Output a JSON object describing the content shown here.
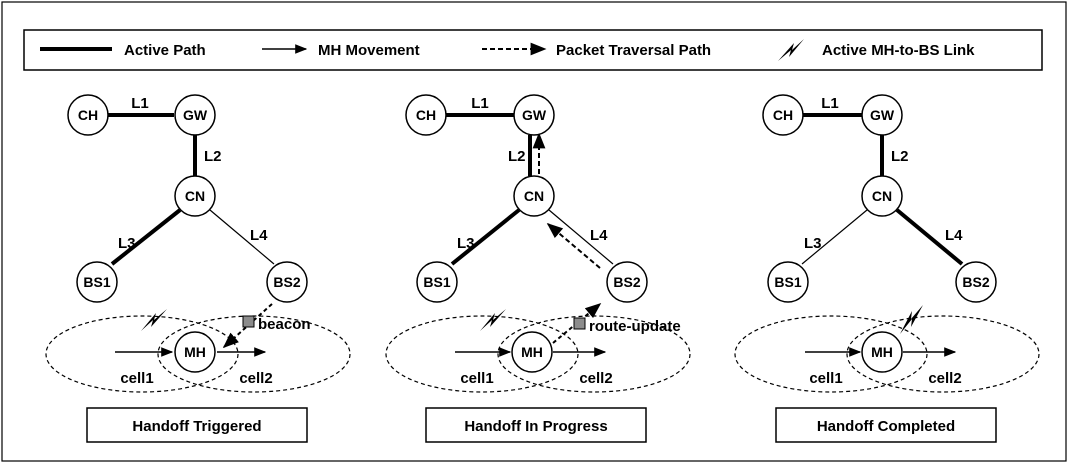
{
  "legend": {
    "active_path": "Active Path",
    "mh_movement": "MH Movement",
    "packet_path": "Packet  Traversal Path",
    "active_link": "Active MH-to-BS Link"
  },
  "nodes": {
    "ch": "CH",
    "gw": "GW",
    "cn": "CN",
    "bs1": "BS1",
    "bs2": "BS2",
    "mh": "MH"
  },
  "links": {
    "l1": "L1",
    "l2": "L2",
    "l3": "L3",
    "l4": "L4"
  },
  "cells": {
    "cell1": "cell1",
    "cell2": "cell2"
  },
  "messages": {
    "beacon": "beacon",
    "route_update": "route-update"
  },
  "panels": [
    {
      "caption": "Handoff  Triggered"
    },
    {
      "caption": "Handoff  In Progress"
    },
    {
      "caption": "Handoff Completed"
    }
  ],
  "colors": {
    "line": "#000000",
    "message_box": "#8c8c8c",
    "background": "#ffffff"
  }
}
